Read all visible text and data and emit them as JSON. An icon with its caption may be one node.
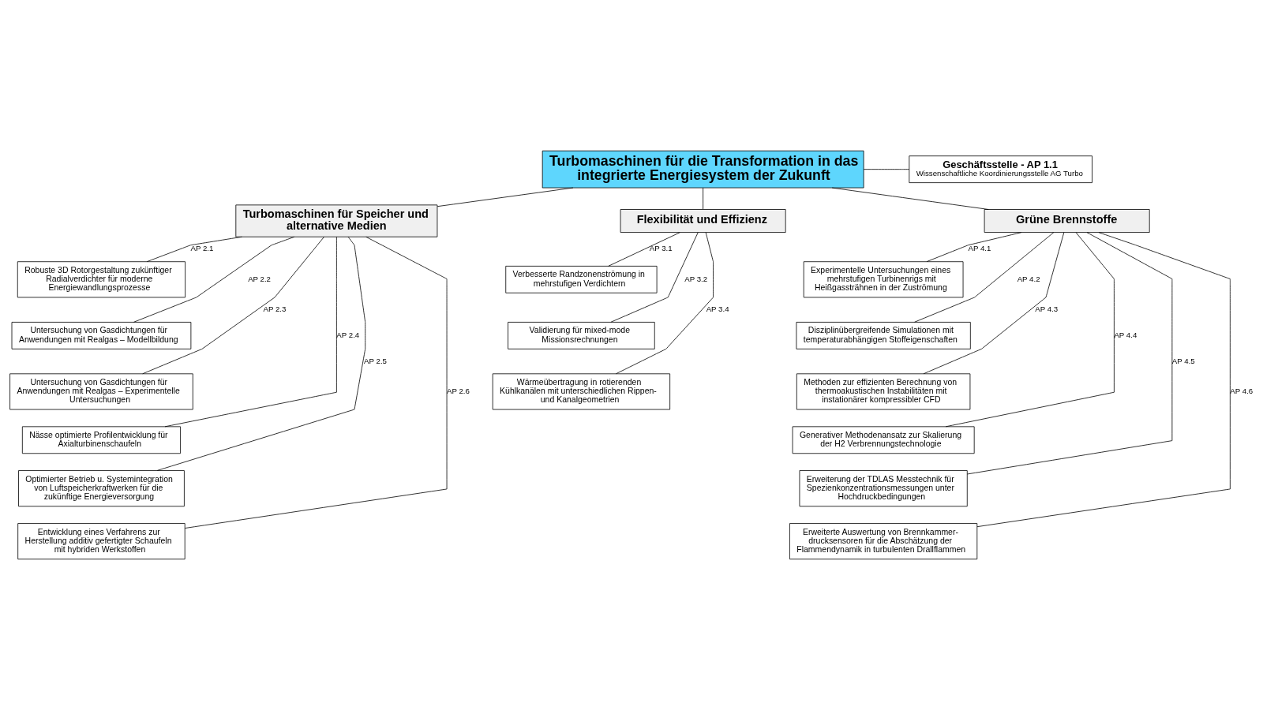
{
  "diagram": {
    "nodes": [
      {
        "text": [
          "Turbomaschinen für die Transformation in das integrierte Energiesystem der Zukunft"
        ]
      },
      {
        "text": [
          "Geschäftsstelle - AP 1.1",
          "Wissenschaftliche Koordinierungsstelle AG Turbo"
        ]
      },
      {
        "text": [
          "Turbomaschinen für Speicher und alternative Medien"
        ]
      },
      {
        "text": [
          "Flexibilität und Effizienz"
        ]
      },
      {
        "text": [
          "Grüne Brennstoffe"
        ]
      },
      {
        "text": [
          "Robuste 3D Rotorgestaltung zukünftiger Radialverdichter für moderne Energiewandlungsprozesse"
        ]
      },
      {
        "text": [
          "Untersuchung von Gasdichtungen für Anwendungen mit Realgas – Modellbildung"
        ]
      },
      {
        "text": [
          "Untersuchung von Gasdichtungen für Anwendungen mit Realgas – Experimentelle Untersuchungen"
        ]
      },
      {
        "text": [
          "Nässe optimierte Profilentwicklung für Axialturbinenschaufeln"
        ]
      },
      {
        "text": [
          "Optimierter Betrieb u. Systemintegration von Luftspeicherkraftwerken für die zukünftige Energieversorgung"
        ]
      },
      {
        "text": [
          "Entwicklung eines Verfahrens zur Herstellung additiv gefertigter Schaufeln mit hybriden Werkstoffen"
        ]
      },
      {
        "text": [
          "Verbesserte Randzonenströmung in mehrstufigen Verdichtern"
        ]
      },
      {
        "text": [
          "Validierung für mixed-mode Missionsrechnungen"
        ]
      },
      {
        "text": [
          "Wärmeübertragung in rotierenden Kühlkanälen mit unterschiedlichen Rippen- und Kanalgeometrien"
        ]
      },
      {
        "text": [
          "Experimentelle Untersuchungen eines mehrstufigen Turbinenrigs mit Heißgassträhnen in der Zuströmung"
        ]
      },
      {
        "text": [
          "Disziplinübergreifende Simulationen mit temperaturabhängigen Stoffeigenschaften"
        ]
      },
      {
        "text": [
          "Methoden zur effizienten Berechnung von thermoakustischen Instabilitäten mit instationärer kompressibler CFD"
        ]
      },
      {
        "text": [
          "Generativer Methodenansatz zur Skalierung der H2 Verbrennungstechnologie"
        ]
      },
      {
        "text": [
          "Erweiterung der TDLAS Messtechnik für Spezienkonzentrationsmessungen unter Hochdruckbedingungen"
        ]
      },
      {
        "text": [
          "Erweiterte Auswertung von Brennkammer-drucksensoren für die Abschätzung der Flammendynamik in turbulenten Drallflammen"
        ]
      }
    ],
    "edges": [
      {
        "from": 0,
        "to": 1,
        "arrow": "none"
      },
      {
        "from": 0,
        "to": 2,
        "arrow": "none"
      },
      {
        "from": 0,
        "to": 3,
        "arrow": "none"
      },
      {
        "from": 0,
        "to": 4,
        "arrow": "none"
      },
      {
        "from": 2,
        "to": 5,
        "arrow": "none",
        "label": "AP 2.1"
      },
      {
        "from": 2,
        "to": 6,
        "arrow": "none",
        "label": "AP 2.2"
      },
      {
        "from": 2,
        "to": 7,
        "arrow": "none",
        "label": "AP 2.3"
      },
      {
        "from": 2,
        "to": 8,
        "arrow": "none",
        "label": "AP 2.4"
      },
      {
        "from": 2,
        "to": 9,
        "arrow": "none",
        "label": "AP 2.5"
      },
      {
        "from": 2,
        "to": 10,
        "arrow": "none",
        "label": "AP 2.6"
      },
      {
        "from": 3,
        "to": 11,
        "arrow": "none",
        "label": "AP 3.1"
      },
      {
        "from": 3,
        "to": 12,
        "arrow": "none",
        "label": "AP 3.2"
      },
      {
        "from": 3,
        "to": 13,
        "arrow": "none",
        "label": "AP 3.4"
      },
      {
        "from": 4,
        "to": 14,
        "arrow": "none",
        "label": "AP 4.1"
      },
      {
        "from": 4,
        "to": 15,
        "arrow": "none",
        "label": "AP 4.2"
      },
      {
        "from": 4,
        "to": 16,
        "arrow": "none",
        "label": "AP 4.3"
      },
      {
        "from": 4,
        "to": 17,
        "arrow": "none",
        "label": "AP 4.4"
      },
      {
        "from": 4,
        "to": 18,
        "arrow": "none",
        "label": "AP 4.5"
      },
      {
        "from": 4,
        "to": 19,
        "arrow": "none",
        "label": "AP 4.6"
      }
    ]
  }
}
